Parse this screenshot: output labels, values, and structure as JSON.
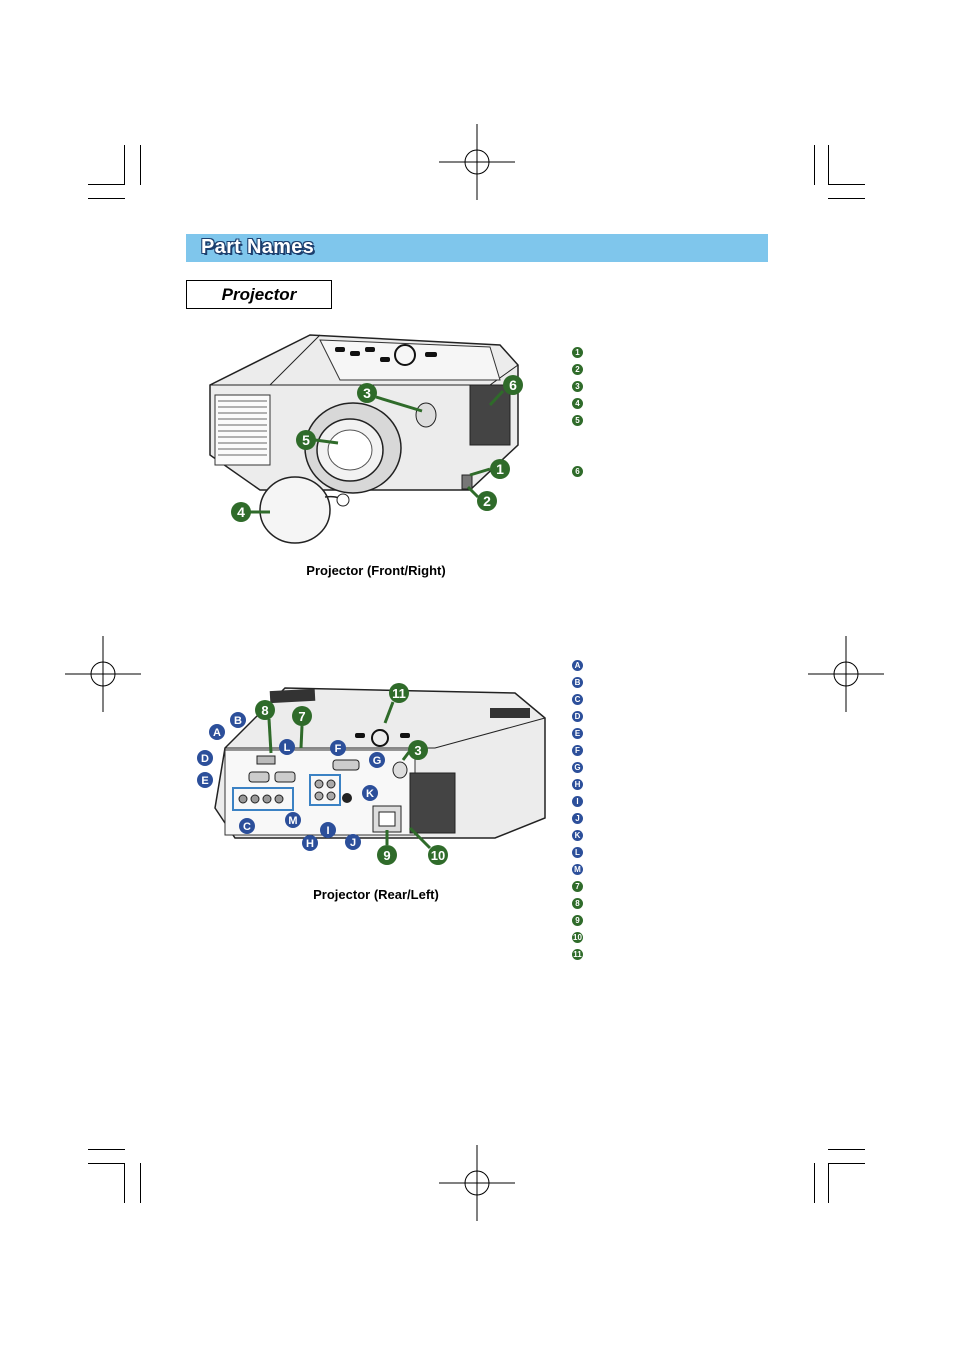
{
  "header": {
    "section_title": "Part Names",
    "subtitle": "Projector"
  },
  "figures": {
    "front": {
      "caption": "Projector (Front/Right)",
      "callouts": [
        "1",
        "2",
        "3",
        "4",
        "5",
        "6"
      ]
    },
    "rear": {
      "caption": "Projector (Rear/Left)",
      "callouts_numbered": [
        "3",
        "7",
        "8",
        "9",
        "10",
        "11"
      ],
      "callouts_lettered": [
        "A",
        "B",
        "C",
        "D",
        "E",
        "F",
        "G",
        "H",
        "I",
        "J",
        "K",
        "L",
        "M"
      ]
    }
  },
  "legend_front": [
    {
      "marker": "1",
      "color": "#2f6b2a"
    },
    {
      "marker": "2",
      "color": "#2f6b2a"
    },
    {
      "marker": "3",
      "color": "#2f6b2a"
    },
    {
      "marker": "4",
      "color": "#2f6b2a"
    },
    {
      "marker": "5",
      "color": "#2f6b2a"
    },
    {
      "marker": "6",
      "color": "#2f6b2a"
    }
  ],
  "legend_rear": [
    {
      "marker": "A"
    },
    {
      "marker": "B"
    },
    {
      "marker": "C"
    },
    {
      "marker": "D"
    },
    {
      "marker": "E"
    },
    {
      "marker": "F"
    },
    {
      "marker": "G"
    },
    {
      "marker": "H"
    },
    {
      "marker": "I"
    },
    {
      "marker": "J"
    },
    {
      "marker": "K"
    },
    {
      "marker": "L"
    },
    {
      "marker": "M"
    },
    {
      "marker": "7"
    },
    {
      "marker": "8"
    },
    {
      "marker": "9"
    },
    {
      "marker": "10"
    },
    {
      "marker": "11"
    }
  ],
  "colors": {
    "section_bar": "#7fc6ec",
    "title_outline": "#1d3f6e",
    "callout_green": "#2f6b2a",
    "callout_blue": "#2c4f9a"
  }
}
